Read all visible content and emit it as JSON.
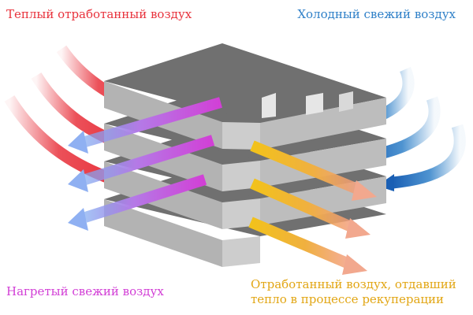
{
  "labels": {
    "warm_exhaust": "Теплый отработанный воздух",
    "cold_fresh": "Холодный свежий воздух",
    "heated_fresh": "Нагретый свежий воздух",
    "cooled_exhaust_line1": "Отработанный воздух, отдавший",
    "cooled_exhaust_line2": "тепло в процессе рекуперации"
  },
  "colors": {
    "warm_exhaust": "#e8323c",
    "cold_fresh": "#2f80c8",
    "heated_fresh": "#d23fd6",
    "cooled_exhaust": "#e2a614",
    "plate_top": "#707070",
    "plate_side": "#b3b3b3",
    "plate_front": "#cdcdcd"
  }
}
